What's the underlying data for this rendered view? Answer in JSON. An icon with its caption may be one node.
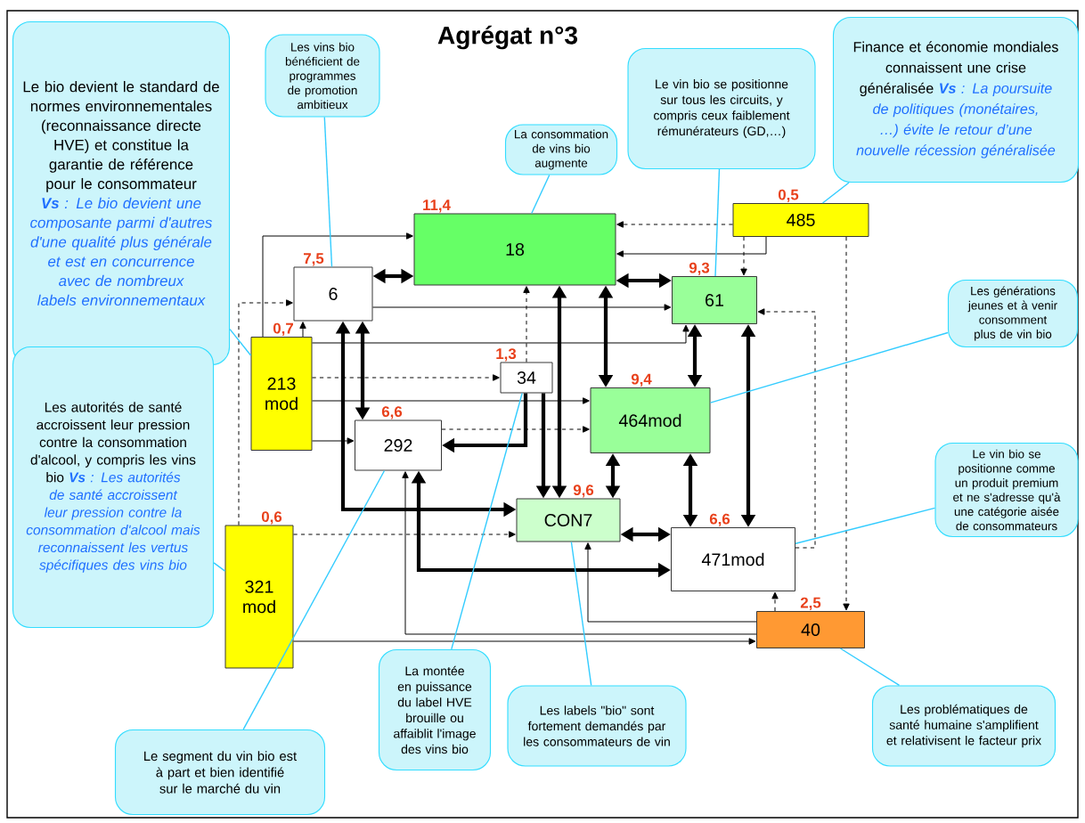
{
  "diagram": {
    "title": "Agrégat n°3",
    "nodes": [
      {
        "text": [
          "18"
        ],
        "beside": [
          "11,4"
        ]
      },
      {
        "text": [
          "6"
        ],
        "beside": [
          "7,5"
        ]
      },
      {
        "text": [
          "61"
        ],
        "beside": [
          "9,3"
        ]
      },
      {
        "text": [
          "485"
        ],
        "beside": [
          "0,5"
        ]
      },
      {
        "text": [
          "213 mod"
        ],
        "beside": [
          "0,7"
        ]
      },
      {
        "text": [
          "34"
        ],
        "beside": [
          "1,3"
        ]
      },
      {
        "text": [
          "464mod"
        ],
        "beside": [
          "9,4"
        ]
      },
      {
        "text": [
          "292"
        ],
        "beside": [
          "6,6"
        ]
      },
      {
        "text": [
          "CON7"
        ],
        "beside": [
          "9,6"
        ]
      },
      {
        "text": [
          "471mod"
        ],
        "beside": [
          "6,6"
        ]
      },
      {
        "text": [
          "321 mod"
        ],
        "beside": [
          "0,6"
        ]
      },
      {
        "text": [
          "40"
        ],
        "beside": [
          "2,5"
        ]
      },
      {
        "text": [
          "Le bio devient le standard de normes environnementales (reconnaissance directe HVE) et constitue la garantie de référence  pour le consommateur",
          "**Vs** : Le bio devient une composante parmi d'autres d'une qualité plus générale et est en concurrence avec de nombreux labels environnementaux"
        ]
      },
      {
        "text": [
          "Les vins bio bénéficient de programmes de promotion ambitieux"
        ]
      },
      {
        "text": [
          "La consommation de vins bio augmente"
        ]
      },
      {
        "text": [
          "Le vin bio se positionne sur tous les circuits, y compris ceux faiblement rémunérateurs (GD,…)"
        ]
      },
      {
        "text": [
          "Finance et économie mondiales connaissent une crise généralisée",
          "**Vs** : La poursuite de politiques (monétaires, …)  évite le retour d’une nouvelle récession généralisée"
        ]
      },
      {
        "text": [
          "Les générations jeunes et à venir consomment plus de vin bio"
        ]
      },
      {
        "text": [
          "Les autorités de santé accroissent leur pression contre la consommation d'alcool, y compris les vins bio",
          "**Vs** : Les autorités de santé accroissent leur pression contre la consommation d'alcool mais reconnaissent les vertus spécifiques des vins bio"
        ]
      },
      {
        "text": [
          "Le vin bio se positionne comme un produit premium et ne s'adresse qu'à une catégorie aisée de consommateurs"
        ]
      },
      {
        "text": [
          "Le segment du vin bio est à part et bien identifié sur le marché du vin"
        ]
      },
      {
        "text": [
          "La montée en puissance du label HVE brouille ou affaiblit l'image des vins bio"
        ]
      },
      {
        "text": [
          "Les labels \"bio\" sont fortement demandés par les consommateurs de vin"
        ]
      },
      {
        "text": [
          "Les problématiques de santé humaine s'amplifient et relativisent le facteur prix"
        ]
      }
    ],
    "edges": [
      {
        "from": 1,
        "to": 0,
        "arrow": "both",
        "style": "thick"
      },
      {
        "from": 0,
        "to": 2,
        "arrow": "both",
        "style": "thick"
      },
      {
        "from": 0,
        "to": 8,
        "arrow": "both",
        "style": "thick"
      },
      {
        "from": 0,
        "to": 6,
        "arrow": "both",
        "style": "thick"
      },
      {
        "from": 1,
        "to": 7,
        "arrow": "both",
        "style": "thick"
      },
      {
        "from": 2,
        "to": 6,
        "arrow": "both",
        "style": "thick"
      },
      {
        "from": 6,
        "to": 8,
        "arrow": "both",
        "style": "thick"
      },
      {
        "from": 6,
        "to": 9,
        "arrow": "both",
        "style": "thick"
      },
      {
        "from": 9,
        "to": 2,
        "arrow": "both",
        "style": "thick"
      },
      {
        "from": 8,
        "to": 9,
        "arrow": "both",
        "style": "thick"
      },
      {
        "from": 5,
        "to": 7,
        "arrow": "to",
        "style": "thick"
      },
      {
        "from": 5,
        "to": 8,
        "arrow": "to",
        "style": "thick"
      },
      {
        "from": 1,
        "to": 8,
        "arrow": "both",
        "style": "thick"
      },
      {
        "from": 7,
        "to": 9,
        "arrow": "both",
        "style": "thick"
      },
      {
        "from": 4,
        "to": 1,
        "arrow": "to"
      },
      {
        "from": 4,
        "to": 0,
        "arrow": "to"
      },
      {
        "from": 1,
        "to": 2,
        "arrow": "to"
      },
      {
        "from": 4,
        "to": 2,
        "arrow": "to"
      },
      {
        "from": 4,
        "to": 6,
        "arrow": "to"
      },
      {
        "from": 4,
        "to": 5,
        "arrow": "to",
        "style": "dashed"
      },
      {
        "from": 4,
        "to": 7,
        "arrow": "to"
      },
      {
        "from": 3,
        "to": 0,
        "arrow": "to",
        "style": "dashed"
      },
      {
        "from": 3,
        "to": 0,
        "arrow": "to"
      },
      {
        "from": 3,
        "to": 2,
        "arrow": "to",
        "style": "dashed"
      },
      {
        "from": 3,
        "to": 11,
        "arrow": "to",
        "style": "dashed"
      },
      {
        "from": 10,
        "to": 8,
        "arrow": "to",
        "style": "dashed"
      },
      {
        "from": 10,
        "to": 11,
        "arrow": "to"
      },
      {
        "from": 10,
        "to": 1,
        "arrow": "to",
        "style": "dashed"
      },
      {
        "from": 11,
        "to": 9,
        "arrow": "to",
        "style": "dashed"
      },
      {
        "from": 11,
        "to": 8,
        "arrow": "to"
      },
      {
        "from": 11,
        "to": 7,
        "arrow": "to"
      },
      {
        "from": 7,
        "to": 6,
        "arrow": "to",
        "style": "dashed"
      },
      {
        "from": 5,
        "to": 0,
        "arrow": "to",
        "style": "dashed"
      },
      {
        "from": 9,
        "to": 2,
        "arrow": "to",
        "style": "dashed"
      },
      {
        "from": 12,
        "to": 4,
        "arrow": "none",
        "color": "#33ccff"
      },
      {
        "from": 13,
        "to": 1,
        "arrow": "none",
        "color": "#33ccff"
      },
      {
        "from": 14,
        "to": 0,
        "arrow": "none",
        "color": "#33ccff"
      },
      {
        "from": 15,
        "to": 2,
        "arrow": "none",
        "color": "#33ccff"
      },
      {
        "from": 16,
        "to": 3,
        "arrow": "none",
        "color": "#33ccff"
      },
      {
        "from": 17,
        "to": 6,
        "arrow": "none",
        "color": "#33ccff"
      },
      {
        "from": 18,
        "to": 10,
        "arrow": "none",
        "color": "#33ccff"
      },
      {
        "from": 19,
        "to": 9,
        "arrow": "none",
        "color": "#33ccff"
      },
      {
        "from": 20,
        "to": 7,
        "arrow": "none",
        "color": "#33ccff"
      },
      {
        "from": 21,
        "to": 5,
        "arrow": "none",
        "color": "#33ccff"
      },
      {
        "from": 22,
        "to": 8,
        "arrow": "none",
        "color": "#33ccff"
      },
      {
        "from": 23,
        "to": 11,
        "arrow": "none",
        "color": "#33ccff"
      }
    ]
  }
}
